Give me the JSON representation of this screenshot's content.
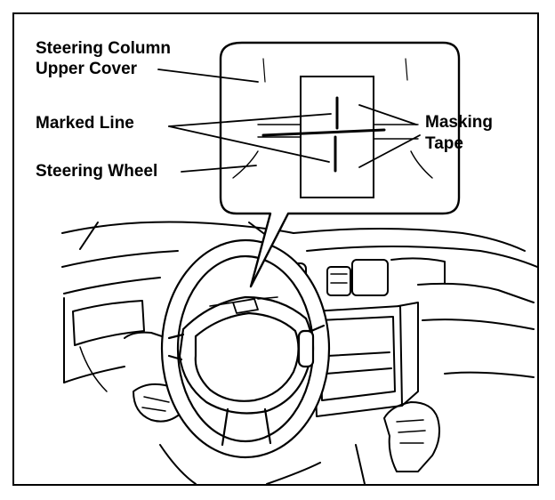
{
  "labels": {
    "steering_column_upper_cover_line1": "Steering Column",
    "steering_column_upper_cover_line2": "Upper Cover",
    "marked_line": "Marked Line",
    "steering_wheel": "Steering Wheel",
    "masking_tape_line1": "Masking",
    "masking_tape_line2": "Tape"
  },
  "colors": {
    "ink": "#000000",
    "paper": "#ffffff"
  }
}
